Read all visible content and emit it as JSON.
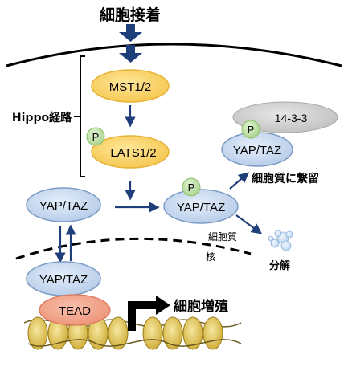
{
  "title": "細胞接着",
  "pathway_label": "Hippo経路",
  "nodes": {
    "mst": "MST1/2",
    "lats": "LATS1/2",
    "yap_cyto": "YAP/TAZ",
    "yap_phos": "YAP/TAZ",
    "yap_bound": "YAP/TAZ",
    "yap_nuc": "YAP/TAZ",
    "protein_1433": "14-3-3",
    "tead": "TEAD"
  },
  "phospho_label": "P",
  "outcomes": {
    "retention": "細胞質に繋留",
    "degradation": "分解",
    "proliferation": "細胞増殖"
  },
  "compartments": {
    "cytoplasm": "細胞質",
    "nucleus": "核"
  },
  "colors": {
    "arrow": "#1f3f7a",
    "orange_fill": "#f9d46a",
    "orange_stroke": "#e7b33a",
    "blue_fill": "#c9daf0",
    "blue_stroke": "#7d9cc6",
    "green_fill": "#bfe0a8",
    "grey_fill": "#cccccc",
    "tead_fill": "#f2a28a",
    "bubble_fill": "#cfe1f6"
  }
}
